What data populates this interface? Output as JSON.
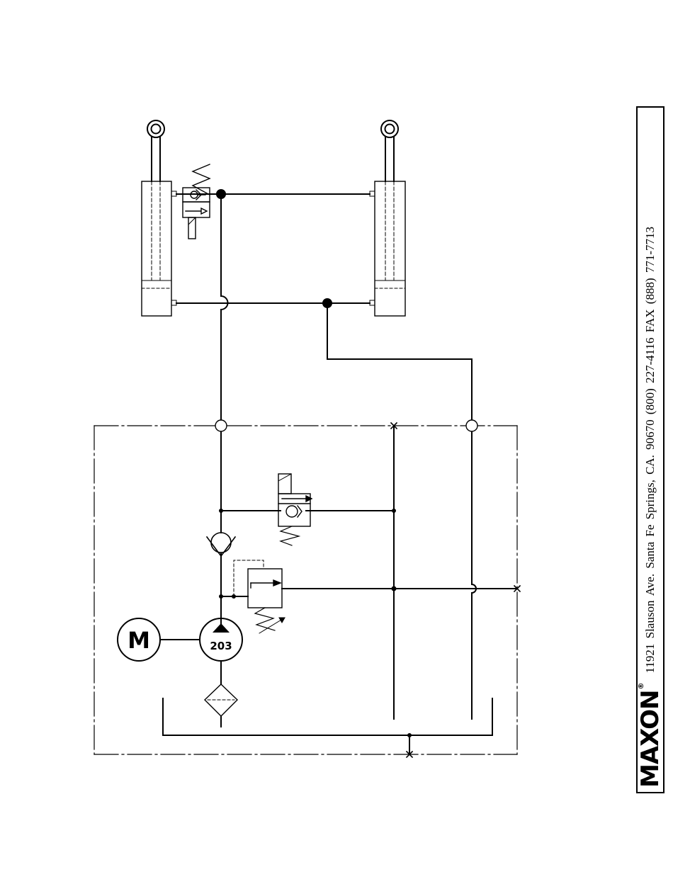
{
  "diagram": {
    "motor_label": "M",
    "pump_label": "203"
  },
  "footer": {
    "brand": "MAXON",
    "registered_mark": "®",
    "address": "11921 Slauson Ave.  Santa Fe Springs, CA.  90670  (800) 227-4116  FAX (888) 771-7713"
  }
}
